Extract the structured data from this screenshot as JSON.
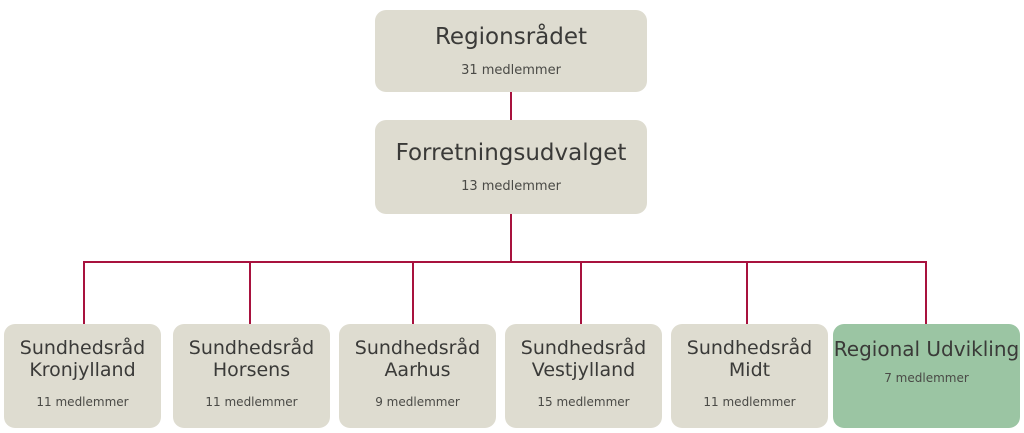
{
  "chart_data": {
    "type": "diagram",
    "diagram_kind": "organizational-hierarchy",
    "title": "",
    "colors": {
      "node_default": "#dedcd0",
      "node_highlight": "#9bc5a3",
      "connector": "#a8123e",
      "title_text": "#3a3a38",
      "subtitle_text": "#4a4a46",
      "background": "#ffffff"
    },
    "levels": [
      {
        "level": 1,
        "nodes": [
          {
            "id": "regionsraadet",
            "title": "Regionsrådet",
            "subtitle": "31 medlemmer",
            "members": 31,
            "highlight": false
          }
        ]
      },
      {
        "level": 2,
        "nodes": [
          {
            "id": "forretningsudvalget",
            "title": "Forretningsudvalget",
            "subtitle": "13 medlemmer",
            "members": 13,
            "highlight": false
          }
        ]
      },
      {
        "level": 3,
        "nodes": [
          {
            "id": "sundhedsraad-kronjylland",
            "title": "Sundhedsråd\nKronjylland",
            "subtitle": "11 medlemmer",
            "members": 11,
            "highlight": false
          },
          {
            "id": "sundhedsraad-horsens",
            "title": "Sundhedsråd\nHorsens",
            "subtitle": "11 medlemmer",
            "members": 11,
            "highlight": false
          },
          {
            "id": "sundhedsraad-aarhus",
            "title": "Sundhedsråd\nAarhus",
            "subtitle": "9 medlemmer",
            "members": 9,
            "highlight": false
          },
          {
            "id": "sundhedsraad-vestjylland",
            "title": "Sundhedsråd\nVestjylland",
            "subtitle": "15 medlemmer",
            "members": 15,
            "highlight": false
          },
          {
            "id": "sundhedsraad-midt",
            "title": "Sundhedsråd\nMidt",
            "subtitle": "11 medlemmer",
            "members": 11,
            "highlight": false
          },
          {
            "id": "regional-udvikling",
            "title": "Regional Udvikling",
            "subtitle": "7 medlemmer",
            "members": 7,
            "highlight": true
          }
        ]
      }
    ],
    "edges": [
      {
        "from": "regionsraadet",
        "to": "forretningsudvalget"
      },
      {
        "from": "forretningsudvalget",
        "to": "sundhedsraad-kronjylland"
      },
      {
        "from": "forretningsudvalget",
        "to": "sundhedsraad-horsens"
      },
      {
        "from": "forretningsudvalget",
        "to": "sundhedsraad-aarhus"
      },
      {
        "from": "forretningsudvalget",
        "to": "sundhedsraad-vestjylland"
      },
      {
        "from": "forretningsudvalget",
        "to": "sundhedsraad-midt"
      },
      {
        "from": "forretningsudvalget",
        "to": "regional-udvikling"
      }
    ]
  },
  "nodes": {
    "regionsraadet": {
      "title": "Regionsrådet",
      "subtitle": "31 medlemmer"
    },
    "forretningsudvalget": {
      "title": "Forretningsudvalget",
      "subtitle": "13 medlemmer"
    },
    "kronjylland": {
      "title": "Sundhedsråd\nKronjylland",
      "subtitle": "11 medlemmer"
    },
    "horsens": {
      "title": "Sundhedsråd\nHorsens",
      "subtitle": "11 medlemmer"
    },
    "aarhus": {
      "title": "Sundhedsråd\nAarhus",
      "subtitle": "9 medlemmer"
    },
    "vestjylland": {
      "title": "Sundhedsråd\nVestjylland",
      "subtitle": "15 medlemmer"
    },
    "midt": {
      "title": "Sundhedsråd\nMidt",
      "subtitle": "11 medlemmer"
    },
    "regional_udvikling": {
      "title": "Regional Udvikling",
      "subtitle": "7 medlemmer"
    }
  }
}
